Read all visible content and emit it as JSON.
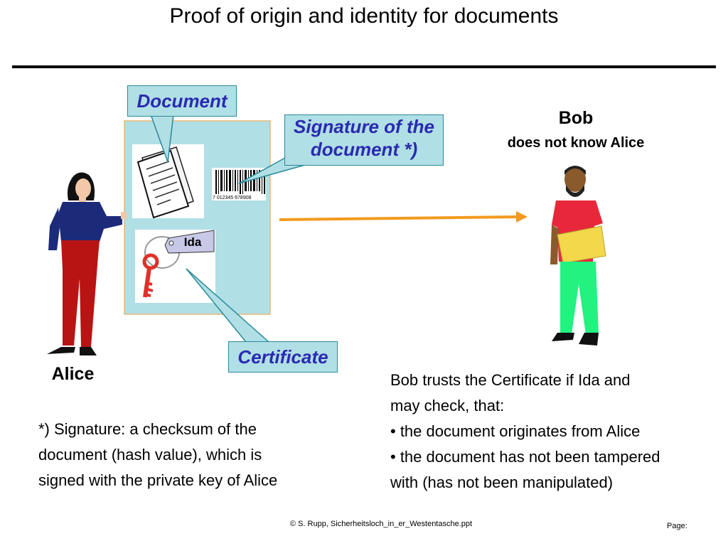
{
  "title": "Proof of origin and identity for documents",
  "callouts": {
    "document": "Document",
    "signature_line1": "Signature of the",
    "signature_line2": "document *)",
    "certificate": "Certificate"
  },
  "bob": {
    "name": "Bob",
    "subtitle": "does not know Alice"
  },
  "alice": {
    "name": "Alice"
  },
  "key_tag": "Ida",
  "barcode_digits": "7  012345  678908",
  "footnote_lines": [
    "*) Signature: a checksum of the",
    "document (hash value), which is",
    "signed with the private key of Alice"
  ],
  "bob_text_lines": [
    "Bob trusts the Certificate if Ida and",
    "may check, that:",
    "• the document originates from Alice",
    "• the document has not been tampered",
    "with (has not been manipulated)"
  ],
  "footer": "©  S. Rupp, Sicherheitsloch_in_er_Westentasche.ppt",
  "page_label": "Page:",
  "colors": {
    "callout_fill": "#b0dfe5",
    "callout_text": "#2a2ab0",
    "container_fill": "#b0dfe5",
    "arrow": "#f39a1e",
    "key": "#e0302a"
  }
}
